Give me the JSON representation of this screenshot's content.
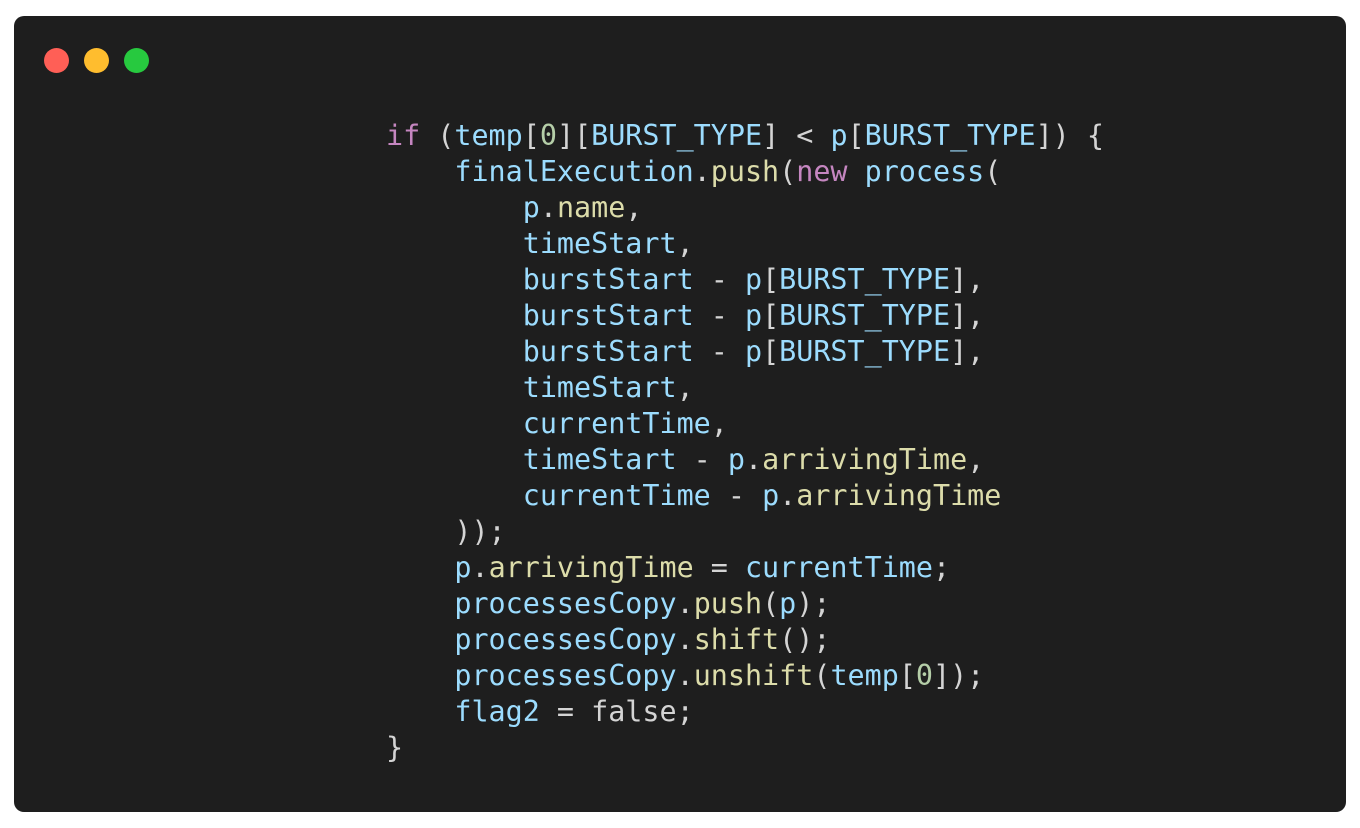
{
  "window": {
    "controls": [
      "close",
      "minimize",
      "maximize"
    ],
    "colors": {
      "background": "#1e1e1e",
      "close": "#ff5f56",
      "minimize": "#ffbd2e",
      "maximize": "#27c93f",
      "keyword": "#c586c0",
      "variable": "#9cdcfe",
      "function": "#dcdcaa",
      "number": "#b5cea8",
      "plain": "#d4d4d4"
    }
  },
  "code": {
    "language": "javascript",
    "lines": [
      "if (temp[0][BURST_TYPE] < p[BURST_TYPE]) {",
      "    finalExecution.push(new process(",
      "        p.name,",
      "        timeStart,",
      "        burstStart - p[BURST_TYPE],",
      "        burstStart - p[BURST_TYPE],",
      "        burstStart - p[BURST_TYPE],",
      "        timeStart,",
      "        currentTime,",
      "        timeStart - p.arrivingTime,",
      "        currentTime - p.arrivingTime",
      "    ));",
      "    p.arrivingTime = currentTime;",
      "    processesCopy.push(p);",
      "    processesCopy.shift();",
      "    processesCopy.unshift(temp[0]);",
      "    flag2 = false;",
      "}"
    ]
  }
}
